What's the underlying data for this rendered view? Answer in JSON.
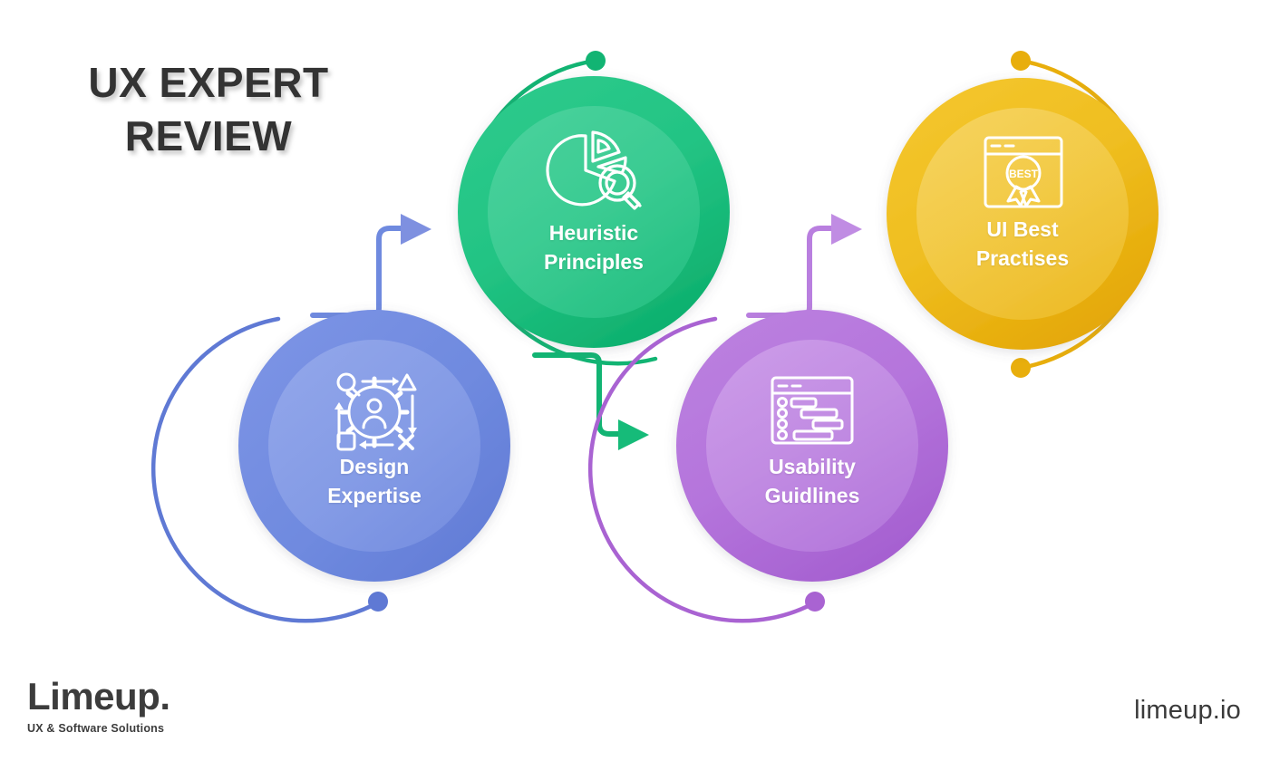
{
  "title": "UX EXPERT\nREVIEW",
  "colors": {
    "background": "#ffffff",
    "title_text": "#333333",
    "blue": "#6f8adf",
    "blue_dark": "#5f79d4",
    "blue_inner": "#8199e6",
    "green": "#23c484",
    "green_dark": "#12b473",
    "green_inner": "#4ad09b",
    "purple": "#b575dc",
    "purple_dark": "#a963d2",
    "purple_inner": "#c28fe4",
    "yellow": "#efbe20",
    "yellow_dark": "#e8ae0c",
    "yellow_inner": "#f3cc55",
    "label_text": "#ffffff",
    "footer_text": "#3c3c3c"
  },
  "nodes": [
    {
      "id": "design-expertise",
      "label": "Design\nExpertise",
      "color": "#6f8adf",
      "icon": "gear-person-process-icon",
      "order": 1
    },
    {
      "id": "heuristic-principles",
      "label": "Heuristic\nPrinciples",
      "color": "#23c484",
      "icon": "pie-chart-magnifier-icon",
      "order": 2
    },
    {
      "id": "usability-guidlines",
      "label": "Usability\nGuidlines",
      "color": "#b575dc",
      "icon": "browser-checklist-icon",
      "order": 3
    },
    {
      "id": "ui-best-practises",
      "label": "UI Best\nPractises",
      "color": "#efbe20",
      "icon": "browser-best-award-icon",
      "order": 4
    }
  ],
  "connectors": [
    {
      "id": "design-to-heuristic",
      "from": "design-expertise",
      "to": "heuristic-principles",
      "color": "#6f8adf",
      "icon": "arrow-right-icon"
    },
    {
      "id": "heuristic-to-usability",
      "from": "heuristic-principles",
      "to": "usability-guidlines",
      "color": "#23c484",
      "icon": "arrow-right-icon"
    },
    {
      "id": "usability-to-ui-best",
      "from": "usability-guidlines",
      "to": "ui-best-practises",
      "color": "#b575dc",
      "icon": "arrow-right-icon"
    }
  ],
  "icon_text": {
    "best_badge": "BEST"
  },
  "footer": {
    "logo_word": "Limeup.",
    "logo_tagline": "UX & Software Solutions",
    "website": "limeup.io"
  }
}
